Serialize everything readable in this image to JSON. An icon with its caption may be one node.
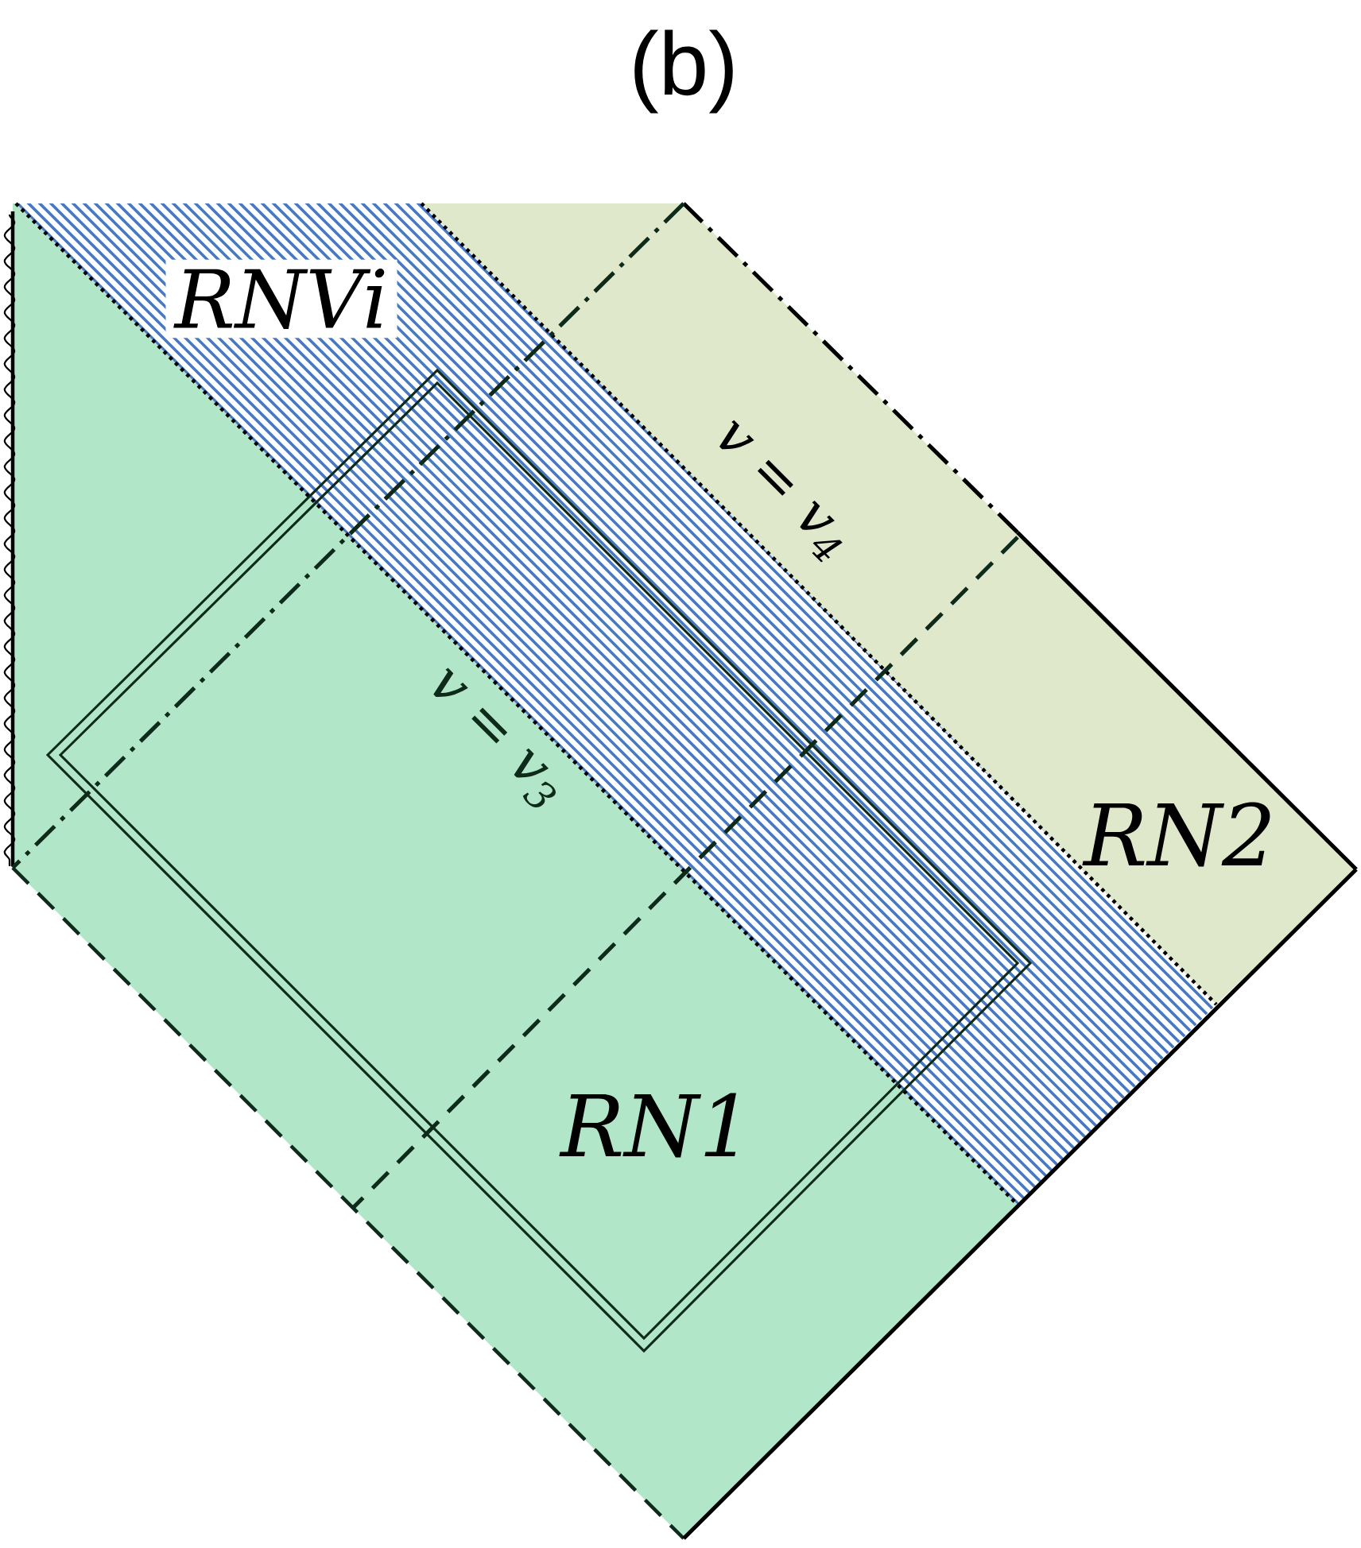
{
  "diagram": {
    "title": "(b)",
    "nodes": [
      {
        "text": [
          "RNVi"
        ]
      },
      {
        "text": [
          "RN2"
        ]
      },
      {
        "text": [
          "RN1"
        ]
      }
    ],
    "labels": [
      "v = v$_{4}$",
      "v = v$_{3}$"
    ]
  }
}
